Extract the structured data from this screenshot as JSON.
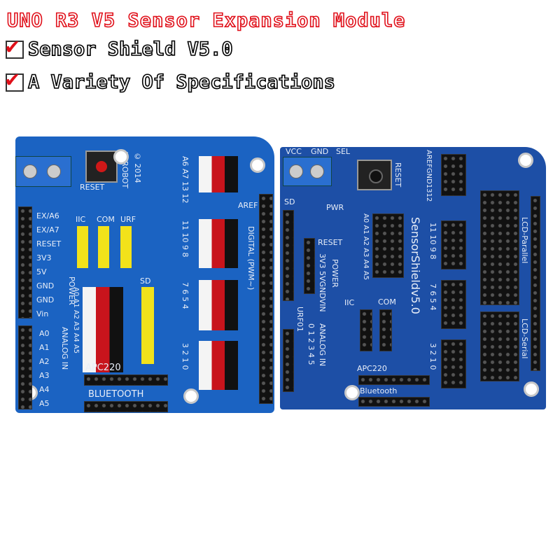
{
  "header": {
    "title": "UNO R3 V5 Sensor Expansion Module",
    "features": [
      "Sensor Shield V5.0",
      "A Variety Of Specifications"
    ],
    "title_color": "#e0101a",
    "check_icon": "red-checkmark-icon"
  },
  "left_board": {
    "color": "#1b63c2",
    "labels": {
      "brand": "YFROBOT",
      "year": "© 2014",
      "reset": "RESET",
      "power": "POWER",
      "analog": "ANALOG IN",
      "digital": "DIGITAL (PWM~)",
      "apc220": "APC220",
      "bluetooth": "BLUETOOTH",
      "aref": "AREF",
      "iic": "IIC",
      "com": "COM",
      "urf": "URF",
      "sd": "SD",
      "power_pins": [
        "EX/A6",
        "EX/A7",
        "RESET",
        "3V3",
        "5V",
        "GND",
        "GND",
        "Vin"
      ],
      "analog_pins": [
        "A0",
        "A1",
        "A2",
        "A3",
        "A4",
        "A5"
      ],
      "analog_header": "A0 A1 A2 A3 A4 A5",
      "digital_groups": [
        "A6 A7 13 12",
        "11 10 9 8",
        "7 6 5 4",
        "3 2 1 0"
      ]
    }
  },
  "right_board": {
    "color": "#1d4fa6",
    "labels": {
      "title": "SensorShieldv5.0",
      "reset": "RESET",
      "pwr": "PWR",
      "vcc": "VCC",
      "gnd": "GND",
      "sel": "SEL",
      "power": "POWER",
      "power_pins": "3V3 5VGNDVIN",
      "analog": "ANALOG IN",
      "analog_nums": "0 1 2 3 4 5",
      "apc220": "APC220",
      "bluetooth": "Bluetooth",
      "lcd_parallel": "LCD-Parallel",
      "lcd_serial": "LCD-Serial",
      "iic": "IIC",
      "com": "COM",
      "urf": "URF01",
      "sd": "SD",
      "aref": "AREFGND1312",
      "digital_groups": [
        "11 10 9 8",
        "7 6 5 4",
        "3 2 1 0"
      ],
      "analog_header": "A0 A1 A2 A3 A4 A5"
    }
  }
}
